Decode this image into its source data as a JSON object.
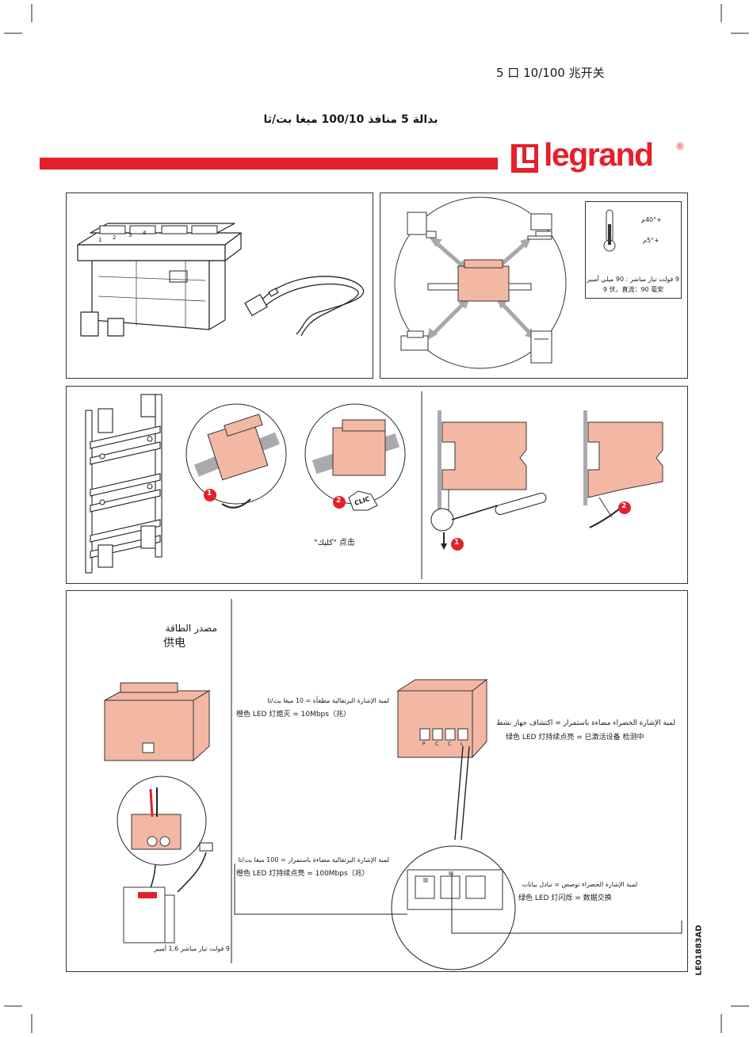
{
  "header": {
    "chinese_title": "5 口 10/100 兆开关",
    "arabic_title": "بدالة 5 منافذ 100/10 ميغا بت/ثا",
    "brand": "legrand",
    "registered_mark": "®"
  },
  "panel_specs": {
    "temp_max": "+40°م",
    "temp_min": "+5°م",
    "power_arabic": "9 فولت تيار مباشر : 90 ميلي أمبير",
    "power_chinese": "9 伏，直流：90 毫安",
    "port_numbers": [
      "1",
      "2",
      "3",
      "4"
    ]
  },
  "panel_mount": {
    "step1": "1",
    "step2": "2",
    "clic": "CLIC",
    "click_label": "\"كليك\"  点击"
  },
  "panel_remove": {
    "step1": "1",
    "step2": "2"
  },
  "panel_power": {
    "title_arabic": "مصدر الطاقة",
    "title_chinese": "供电",
    "supply_label": "9 فولت تيار مباشر 1,6 أمبير",
    "led_orange_off_ar": "لمبة الإشارة البرتقالية مطفأة = 10 ميغا بت/ثا",
    "led_orange_off_cn": "橙色 LED 灯熄灭 = 10Mbps（兆）",
    "led_orange_on_ar": "لمبة الإشارة البرتقالية مضاءة باستمرار = 100 ميغا بت/ثا",
    "led_orange_on_cn": "橙色 LED 灯持续点亮 = 100Mbps（兆）",
    "led_green_on_ar": "لمبة الإشارة الخضراء مضاءة باستمرار = اكتشاف جهاز نشط",
    "led_green_on_cn": "绿色 LED 灯持续点亮 = 已激活设备  检测中",
    "led_green_blink_ar": "لمبة الإشارة الخضراء توصض = تبادل بيانات",
    "led_green_blink_cn": "绿色 LED 灯闪烁 = 数据交换",
    "port_letters": [
      "P",
      "C",
      "C",
      "L"
    ]
  },
  "footer": {
    "doc_code": "LE01883AD"
  },
  "colors": {
    "brand_red": "#e4202b",
    "salmon": "#f2b8a4",
    "salmon_dark": "#d98e78",
    "arrow_gray": "#a8a8a8"
  }
}
